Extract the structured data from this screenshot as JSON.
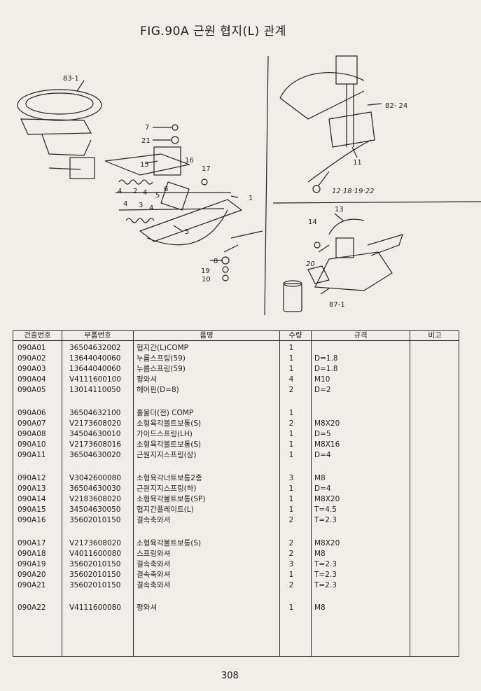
{
  "title": "FIG.90A 근원 협지(L) 관계",
  "diagram": {
    "callouts": [
      "83-1",
      "7",
      "21",
      "15",
      "16",
      "17",
      "4",
      "2",
      "4",
      "5",
      "6",
      "1",
      "4",
      "3",
      "4",
      "5",
      "8",
      "19",
      "10",
      "82-24",
      "11",
      "12·18·19·22",
      "13",
      "14",
      "20",
      "87-1"
    ]
  },
  "table": {
    "headers": {
      "no": "건출번호",
      "part": "부품번호",
      "name": "품명",
      "qty": "수량",
      "spec": "규격",
      "remark": "비고"
    },
    "rows": [
      {
        "no": "090A01",
        "part": "36504632002",
        "name": "협지간(L)COMP",
        "qty": "1",
        "spec": ""
      },
      {
        "no": "090A02",
        "part": "13644040060",
        "name": "누름스프링(59)",
        "qty": "1",
        "spec": "D=1.8"
      },
      {
        "no": "090A03",
        "part": "13644040060",
        "name": "누름스프링(59)",
        "qty": "1",
        "spec": "D=1.8"
      },
      {
        "no": "090A04",
        "part": "V4111600100",
        "name": "평와셔",
        "qty": "4",
        "spec": "M10"
      },
      {
        "no": "090A05",
        "part": "13014110050",
        "name": "헤어핀(D=8)",
        "qty": "2",
        "spec": "D=2"
      },
      {
        "no": "090A06",
        "part": "36504632100",
        "name": "홀울더(전) COMP",
        "qty": "1",
        "spec": ""
      },
      {
        "no": "090A07",
        "part": "V2173608020",
        "name": "소형육각볼트보통(S)",
        "qty": "2",
        "spec": "M8X20"
      },
      {
        "no": "090A08",
        "part": "34504630010",
        "name": "가이드스프링(LH)",
        "qty": "1",
        "spec": "D=5"
      },
      {
        "no": "090A10",
        "part": "V2173608016",
        "name": "소형육각볼트보통(S)",
        "qty": "1",
        "spec": "M8X16"
      },
      {
        "no": "090A11",
        "part": "36504630020",
        "name": "근원지지스프링(상)",
        "qty": "1",
        "spec": "D=4"
      },
      {
        "no": "090A12",
        "part": "V3042600080",
        "name": "소형육각너트보통2종",
        "qty": "3",
        "spec": "M8"
      },
      {
        "no": "090A13",
        "part": "36504630030",
        "name": "근원지지스프링(하)",
        "qty": "1",
        "spec": "D=4"
      },
      {
        "no": "090A14",
        "part": "V2183608020",
        "name": "소형육각볼트보통(SP)",
        "qty": "1",
        "spec": "M8X20"
      },
      {
        "no": "090A15",
        "part": "34504630050",
        "name": "협지간플레이트(L)",
        "qty": "1",
        "spec": "T=4.5"
      },
      {
        "no": "090A16",
        "part": "35602010150",
        "name": "결속축와셔",
        "qty": "2",
        "spec": "T=2.3"
      },
      {
        "no": "090A17",
        "part": "V2173608020",
        "name": "소형육각볼트보통(S)",
        "qty": "2",
        "spec": "M8X20"
      },
      {
        "no": "090A18",
        "part": "V4011600080",
        "name": "스프링와셔",
        "qty": "2",
        "spec": "M8"
      },
      {
        "no": "090A19",
        "part": "35602010150",
        "name": "결속축와셔",
        "qty": "3",
        "spec": "T=2.3"
      },
      {
        "no": "090A20",
        "part": "35602010150",
        "name": "결속축와셔",
        "qty": "1",
        "spec": "T=2.3"
      },
      {
        "no": "090A21",
        "part": "35602010150",
        "name": "결속축와셔",
        "qty": "2",
        "spec": "T=2.3"
      },
      {
        "no": "090A22",
        "part": "V4111600080",
        "name": "평와셔",
        "qty": "1",
        "spec": "M8"
      }
    ]
  },
  "page_number": "308"
}
